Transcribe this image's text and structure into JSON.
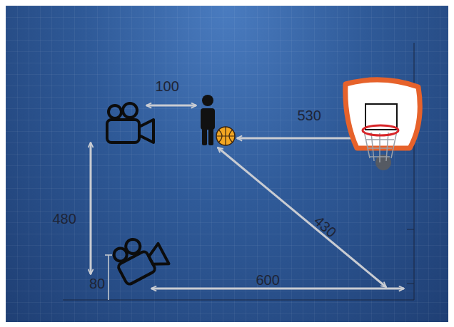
{
  "diagram": {
    "labels": [
      "100",
      "530",
      "480",
      "80",
      "600",
      "430"
    ]
  }
}
